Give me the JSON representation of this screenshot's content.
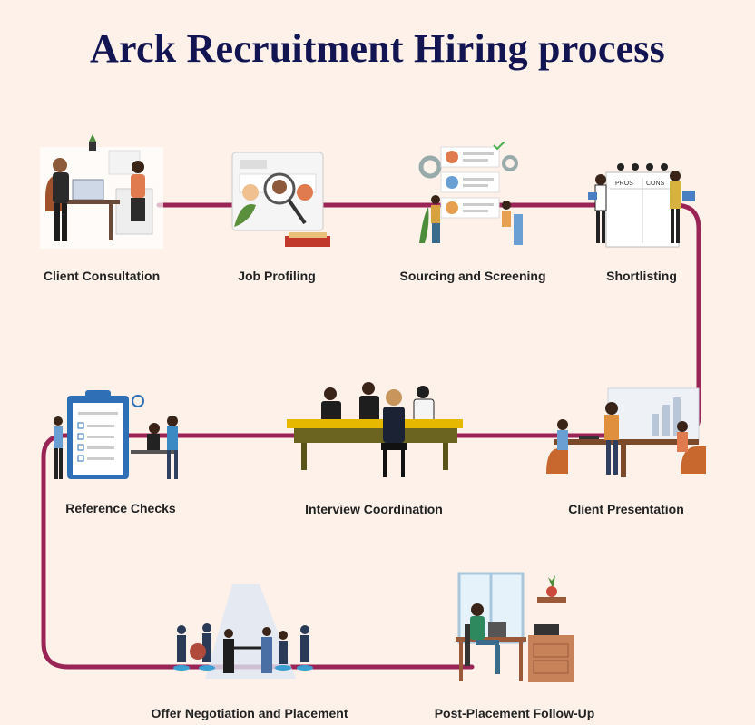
{
  "title": "Arck Recruitment Hiring process",
  "colors": {
    "path": "#9b2456",
    "title": "#131552",
    "background": "#fdf1ea"
  },
  "steps": [
    {
      "label": "Client Consultation",
      "icon": "consultation-illustration"
    },
    {
      "label": "Job Profiling",
      "icon": "job-profiling-illustration"
    },
    {
      "label": "Sourcing and Screening",
      "icon": "sourcing-screening-illustration"
    },
    {
      "label": "Shortlisting",
      "icon": "shortlisting-illustration"
    },
    {
      "label": "Client Presentation",
      "icon": "presentation-illustration"
    },
    {
      "label": "Interview Coordination",
      "icon": "interview-illustration"
    },
    {
      "label": "Reference Checks",
      "icon": "reference-checklist-illustration"
    },
    {
      "label": "Offer Negotiation and Placement",
      "icon": "handshake-illustration"
    },
    {
      "label": "Post-Placement Follow-Up",
      "icon": "office-desk-illustration"
    }
  ],
  "shortlisting_board": {
    "left_header": "PROS",
    "right_header": "CONS"
  }
}
